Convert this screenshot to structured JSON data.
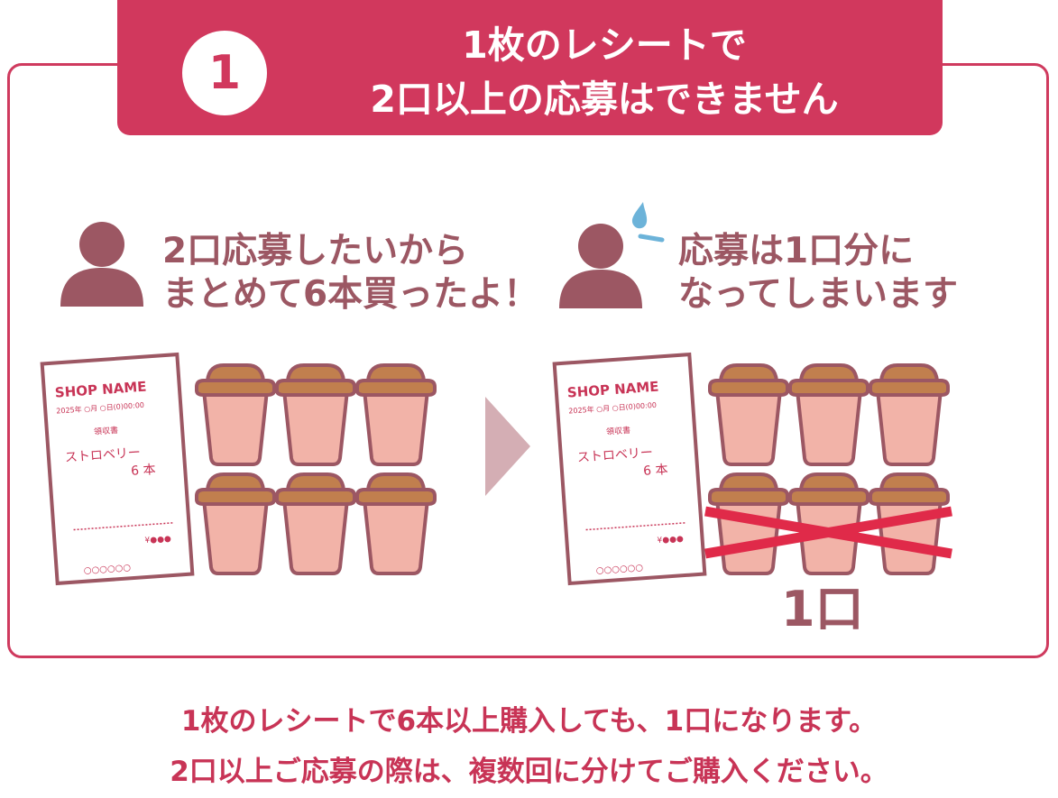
{
  "banner": {
    "number": "1",
    "title_line1": "1枚のレシートで",
    "title_line2": "2口以上の応募はできません"
  },
  "left_person": {
    "icon": "person-icon",
    "speech_line1": "2口応募したいから",
    "speech_line2": "まとめて6本買ったよ！"
  },
  "right_person": {
    "icon": "person-sweat-icon",
    "speech_line1": "応募は1口分に",
    "speech_line2": "なってしまいます"
  },
  "receipt": {
    "shop_name": "SHOP NAME",
    "date": "2025年 ○月 ○日(0)00:00",
    "doc_type": "領収書",
    "item": "ストロベリー",
    "quantity": "6 本",
    "total": "¥●●●",
    "footer": "○○○○○○"
  },
  "result_label": "1口",
  "caption": {
    "line1": "1枚のレシートで6本以上購入しても、1口になります。",
    "line2": "2口以上ご応募の際は、複数回に分けてご購入ください。"
  },
  "colors": {
    "accent": "#d1385d",
    "brown_text": "#9c5763",
    "cup_body": "#f2b3a8",
    "cup_lid": "#c17f4e",
    "cross": "#e02a49",
    "arrow": "#d4aeb4"
  }
}
